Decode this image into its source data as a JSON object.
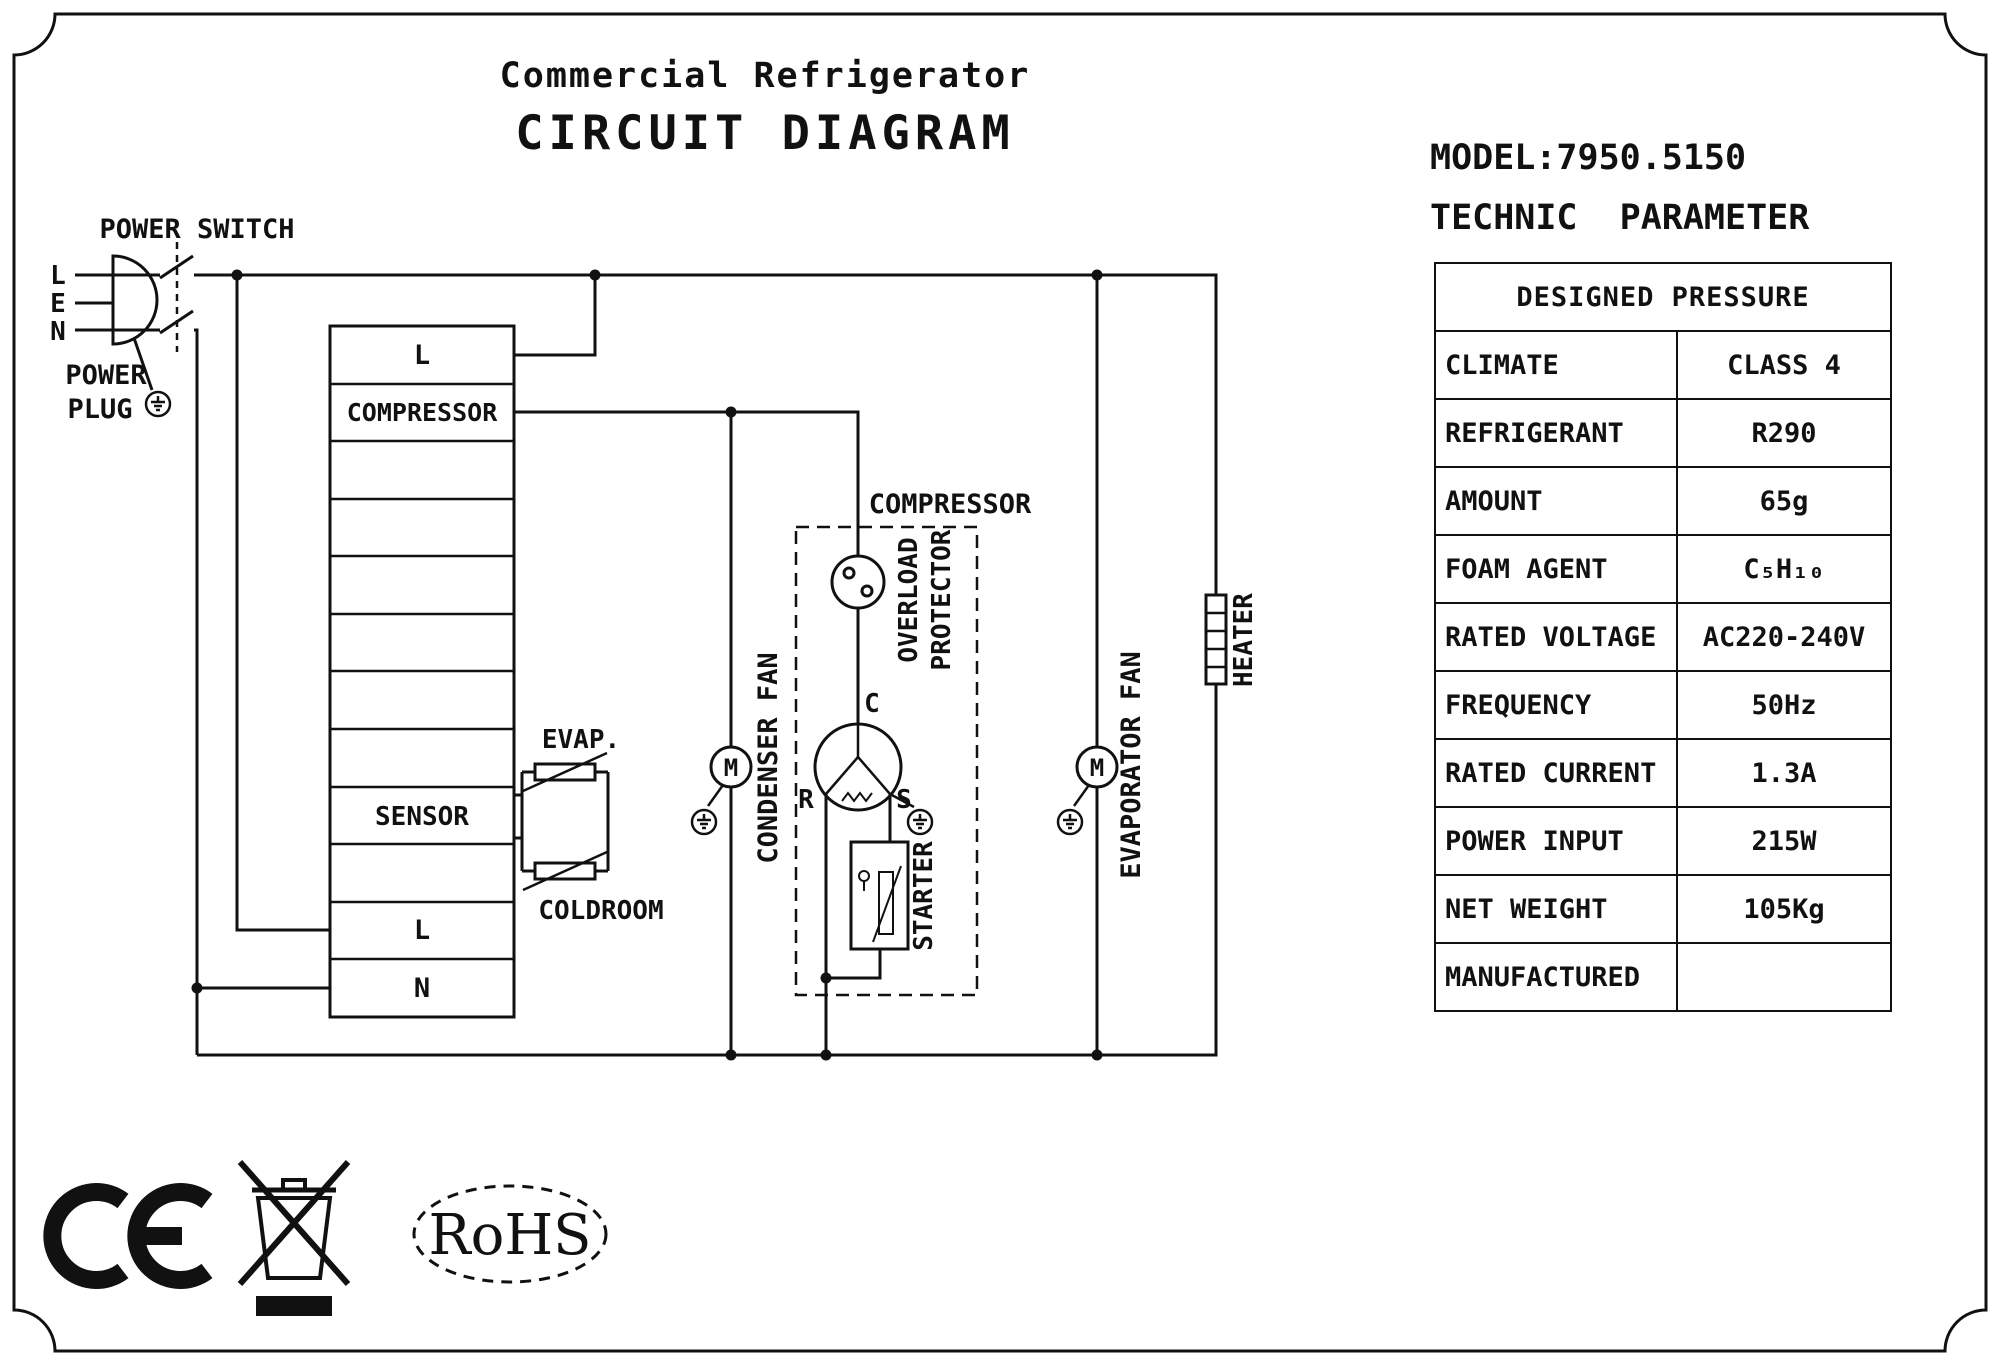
{
  "title": {
    "line1": "Commercial Refrigerator",
    "line2": "CIRCUIT DIAGRAM"
  },
  "tech_panel": {
    "model": "MODEL:7950.5150",
    "heading": "TECHNIC  PARAMETER",
    "table": {
      "header": "DESIGNED PRESSURE",
      "rows": [
        {
          "label": "CLIMATE",
          "value": "CLASS 4"
        },
        {
          "label": "REFRIGERANT",
          "value": "R290"
        },
        {
          "label": "AMOUNT",
          "value": "65g"
        },
        {
          "label": "FOAM AGENT",
          "value": "C₅H₁₀"
        },
        {
          "label": "RATED VOLTAGE",
          "value": "AC220-240V"
        },
        {
          "label": "FREQUENCY",
          "value": "50Hz"
        },
        {
          "label": "RATED CURRENT",
          "value": "1.3A"
        },
        {
          "label": "POWER INPUT",
          "value": "215W"
        },
        {
          "label": "NET WEIGHT",
          "value": "105Kg"
        },
        {
          "label": "MANUFACTURED",
          "value": ""
        }
      ]
    }
  },
  "diagram": {
    "power_switch": "POWER SWITCH",
    "plug_l": "L",
    "plug_e": "E",
    "plug_n": "N",
    "power_plug_line1": "POWER",
    "power_plug_line2": "PLUG",
    "terminal_l_top": "L",
    "terminal_compressor": "COMPRESSOR",
    "terminal_sensor": "SENSOR",
    "terminal_l_bottom": "L",
    "terminal_n": "N",
    "evap": "EVAP.",
    "coldroom": "COLDROOM",
    "condenser_fan": "CONDENSER FAN",
    "compressor_box": "COMPRESSOR",
    "overload_line1": "OVERLOAD",
    "overload_line2": "PROTECTOR",
    "motor_c": "C",
    "motor_r": "R",
    "motor_s": "S",
    "starter": "STARTER",
    "evaporator_fan": "EVAPORATOR FAN",
    "heater": "HEATER",
    "condenser_motor_m": "M",
    "evaporator_motor_m": "M"
  },
  "certifications": {
    "rohs": "RoHS",
    "icons": {
      "ce": "ce-certification-mark",
      "weee": "weee-crossed-out-bin"
    }
  }
}
